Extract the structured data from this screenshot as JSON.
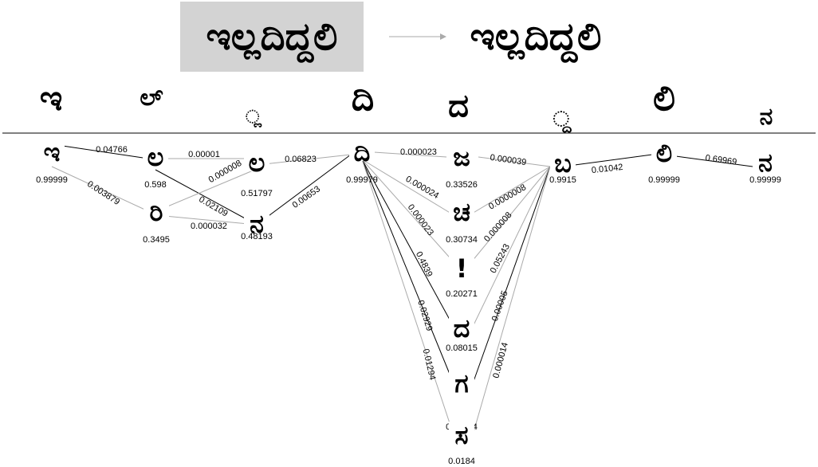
{
  "header": {
    "input_word": "ಇಲ್ಲದಿದ್ದಲಿ",
    "binarized_word": "ಇಲ್ಲದಿದ್ದಲಿ",
    "arrow_icon": "right-arrow-icon"
  },
  "segments": [
    "ಇ",
    "ಲ್",
    "್ಲ",
    "ದಿ",
    "ದ",
    "್ದ",
    "ಲಿ",
    "ನ"
  ],
  "nodes": [
    {
      "id": "n0",
      "glyph": "ಇ",
      "score": "0.99999"
    },
    {
      "id": "n1",
      "glyph": "ಲ",
      "score": "0.598"
    },
    {
      "id": "n2",
      "glyph": "ರಿ",
      "score": "0.3495"
    },
    {
      "id": "n3",
      "glyph": "ಲ",
      "score": "0.51797"
    },
    {
      "id": "n4",
      "glyph": "ನ",
      "score": "0.48193"
    },
    {
      "id": "n5",
      "glyph": "ದಿ",
      "score": "0.99979"
    },
    {
      "id": "n6",
      "glyph": "ಜ",
      "score": "0.33526"
    },
    {
      "id": "n7",
      "glyph": "ಚ",
      "score": "0.30734"
    },
    {
      "id": "n8",
      "glyph": "!",
      "score": "0.20271"
    },
    {
      "id": "n9",
      "glyph": "ದ",
      "score": "0.08015"
    },
    {
      "id": "n10",
      "glyph": "ಗ",
      "score": "0.05104"
    },
    {
      "id": "n11",
      "glyph": "ಸ",
      "score": "0.0184"
    },
    {
      "id": "n12",
      "glyph": "ಬ",
      "score": "0.9915"
    },
    {
      "id": "n13",
      "glyph": "ಲಿ",
      "score": "0.99999"
    },
    {
      "id": "n14",
      "glyph": "ನ",
      "score": "0.99999"
    }
  ],
  "edges": [
    {
      "from": "n0",
      "to": "n1",
      "label": "0.04766",
      "bold": true
    },
    {
      "from": "n0",
      "to": "n2",
      "label": "0.003879",
      "bold": false
    },
    {
      "from": "n1",
      "to": "n3",
      "label": "0.00001",
      "bold": false
    },
    {
      "from": "n1",
      "to": "n4",
      "label": "0.02109",
      "bold": true
    },
    {
      "from": "n2",
      "to": "n3",
      "label": "0.000008",
      "bold": false
    },
    {
      "from": "n2",
      "to": "n4",
      "label": "0.000032",
      "bold": false
    },
    {
      "from": "n3",
      "to": "n5",
      "label": "0.06823",
      "bold": false
    },
    {
      "from": "n4",
      "to": "n5",
      "label": "0.00653",
      "bold": true
    },
    {
      "from": "n5",
      "to": "n6",
      "label": "0.000023",
      "bold": false
    },
    {
      "from": "n5",
      "to": "n7",
      "label": "0.000024",
      "bold": false
    },
    {
      "from": "n5",
      "to": "n8",
      "label": "0.000023",
      "bold": false
    },
    {
      "from": "n5",
      "to": "n9",
      "label": "0.4839",
      "bold": true
    },
    {
      "from": "n5",
      "to": "n10",
      "label": "0.02929",
      "bold": true
    },
    {
      "from": "n5",
      "to": "n11",
      "label": "0.01294",
      "bold": false
    },
    {
      "from": "n6",
      "to": "n12",
      "label": "0.000039",
      "bold": false
    },
    {
      "from": "n7",
      "to": "n12",
      "label": "0.0000008",
      "bold": false
    },
    {
      "from": "n8",
      "to": "n12",
      "label": "0.000008",
      "bold": false
    },
    {
      "from": "n9",
      "to": "n12",
      "label": "0.05243",
      "bold": false
    },
    {
      "from": "n10",
      "to": "n12",
      "label": "0.00005",
      "bold": true
    },
    {
      "from": "n11",
      "to": "n12",
      "label": "0.000014",
      "bold": false
    },
    {
      "from": "n12",
      "to": "n13",
      "label": "0.01042",
      "bold": true
    },
    {
      "from": "n13",
      "to": "n14",
      "label": "0.69969",
      "bold": true
    }
  ]
}
